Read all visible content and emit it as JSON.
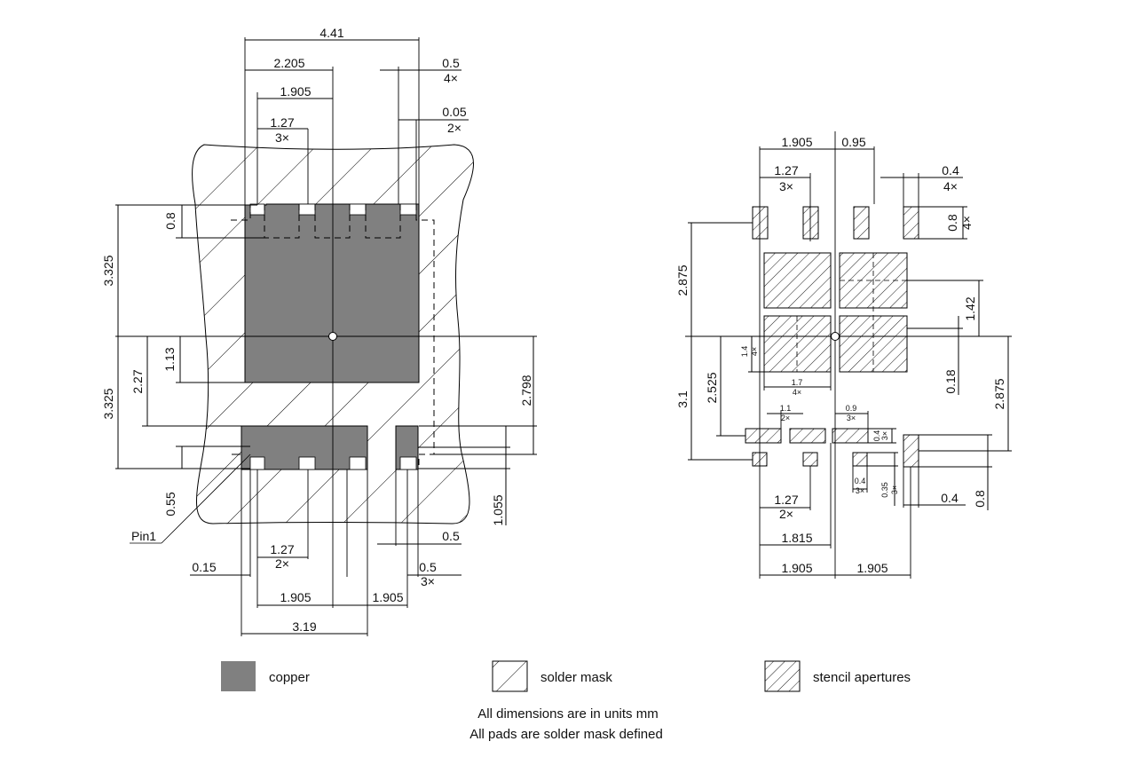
{
  "left_view": {
    "dims": {
      "overall_width": "4.41",
      "half_width": "2.205",
      "pitch_half": "1.905",
      "pitch": "1.27",
      "pitch_count": "3×",
      "notch_width": "0.5",
      "notch_count": "4×",
      "notch_gap": "0.05",
      "notch_gap_count": "2×",
      "top_notch_depth": "0.8",
      "upper_height": "3.325",
      "lower_height": "3.325",
      "pad_offset": "1.13",
      "mask_offset": "2.27",
      "right_height": "2.798",
      "bottom_notch": "0.55",
      "bottom_right_h": "1.055",
      "pin1_label": "Pin1",
      "edge_gap": "0.15",
      "bottom_pitch": "1.27",
      "bottom_pitch_count": "2×",
      "small_pad": "0.5",
      "small_pad2": "0.5",
      "small_pad2_count": "3×",
      "bottom_half_left": "1.905",
      "bottom_half_right": "1.905",
      "bottom_width": "3.19"
    }
  },
  "right_view": {
    "dims": {
      "left_half": "1.905",
      "right_offset": "0.95",
      "pitch": "1.27",
      "pitch_count": "3×",
      "pad_w": "0.4",
      "pad_w_count": "4×",
      "pad_h": "0.8",
      "pad_h_count": "4×",
      "upper_h": "2.875",
      "big_gap": "1.42",
      "block_h": "1.4",
      "block_h_count": "4×",
      "block_w": "1.7",
      "block_w_count": "4×",
      "center_gap": "0.18",
      "lower_h": "2.525",
      "total_h": "3.1",
      "right_h": "2.875",
      "bar_w": "1.1",
      "bar_w_count": "2×",
      "bar_w2": "0.9",
      "bar_w2_count": "3×",
      "bar_h": "0.4",
      "bar_h_count": "3×",
      "small_w": "0.4",
      "small_w_count": "3×",
      "small_h": "0.35",
      "small_h_count": "3×",
      "bottom_pitch": "1.27",
      "bottom_pitch_count": "2×",
      "span_1815": "1.815",
      "right_pad_w": "0.4",
      "right_pad_h": "0.8",
      "bottom_left": "1.905",
      "bottom_right": "1.905"
    }
  },
  "legend": {
    "copper": "copper",
    "solder_mask": "solder mask",
    "stencil": "stencil apertures"
  },
  "notes": {
    "line1": "All dimensions are in units mm",
    "line2": "All pads are solder mask defined"
  },
  "colors": {
    "copper": "#808080",
    "line": "#000000"
  }
}
